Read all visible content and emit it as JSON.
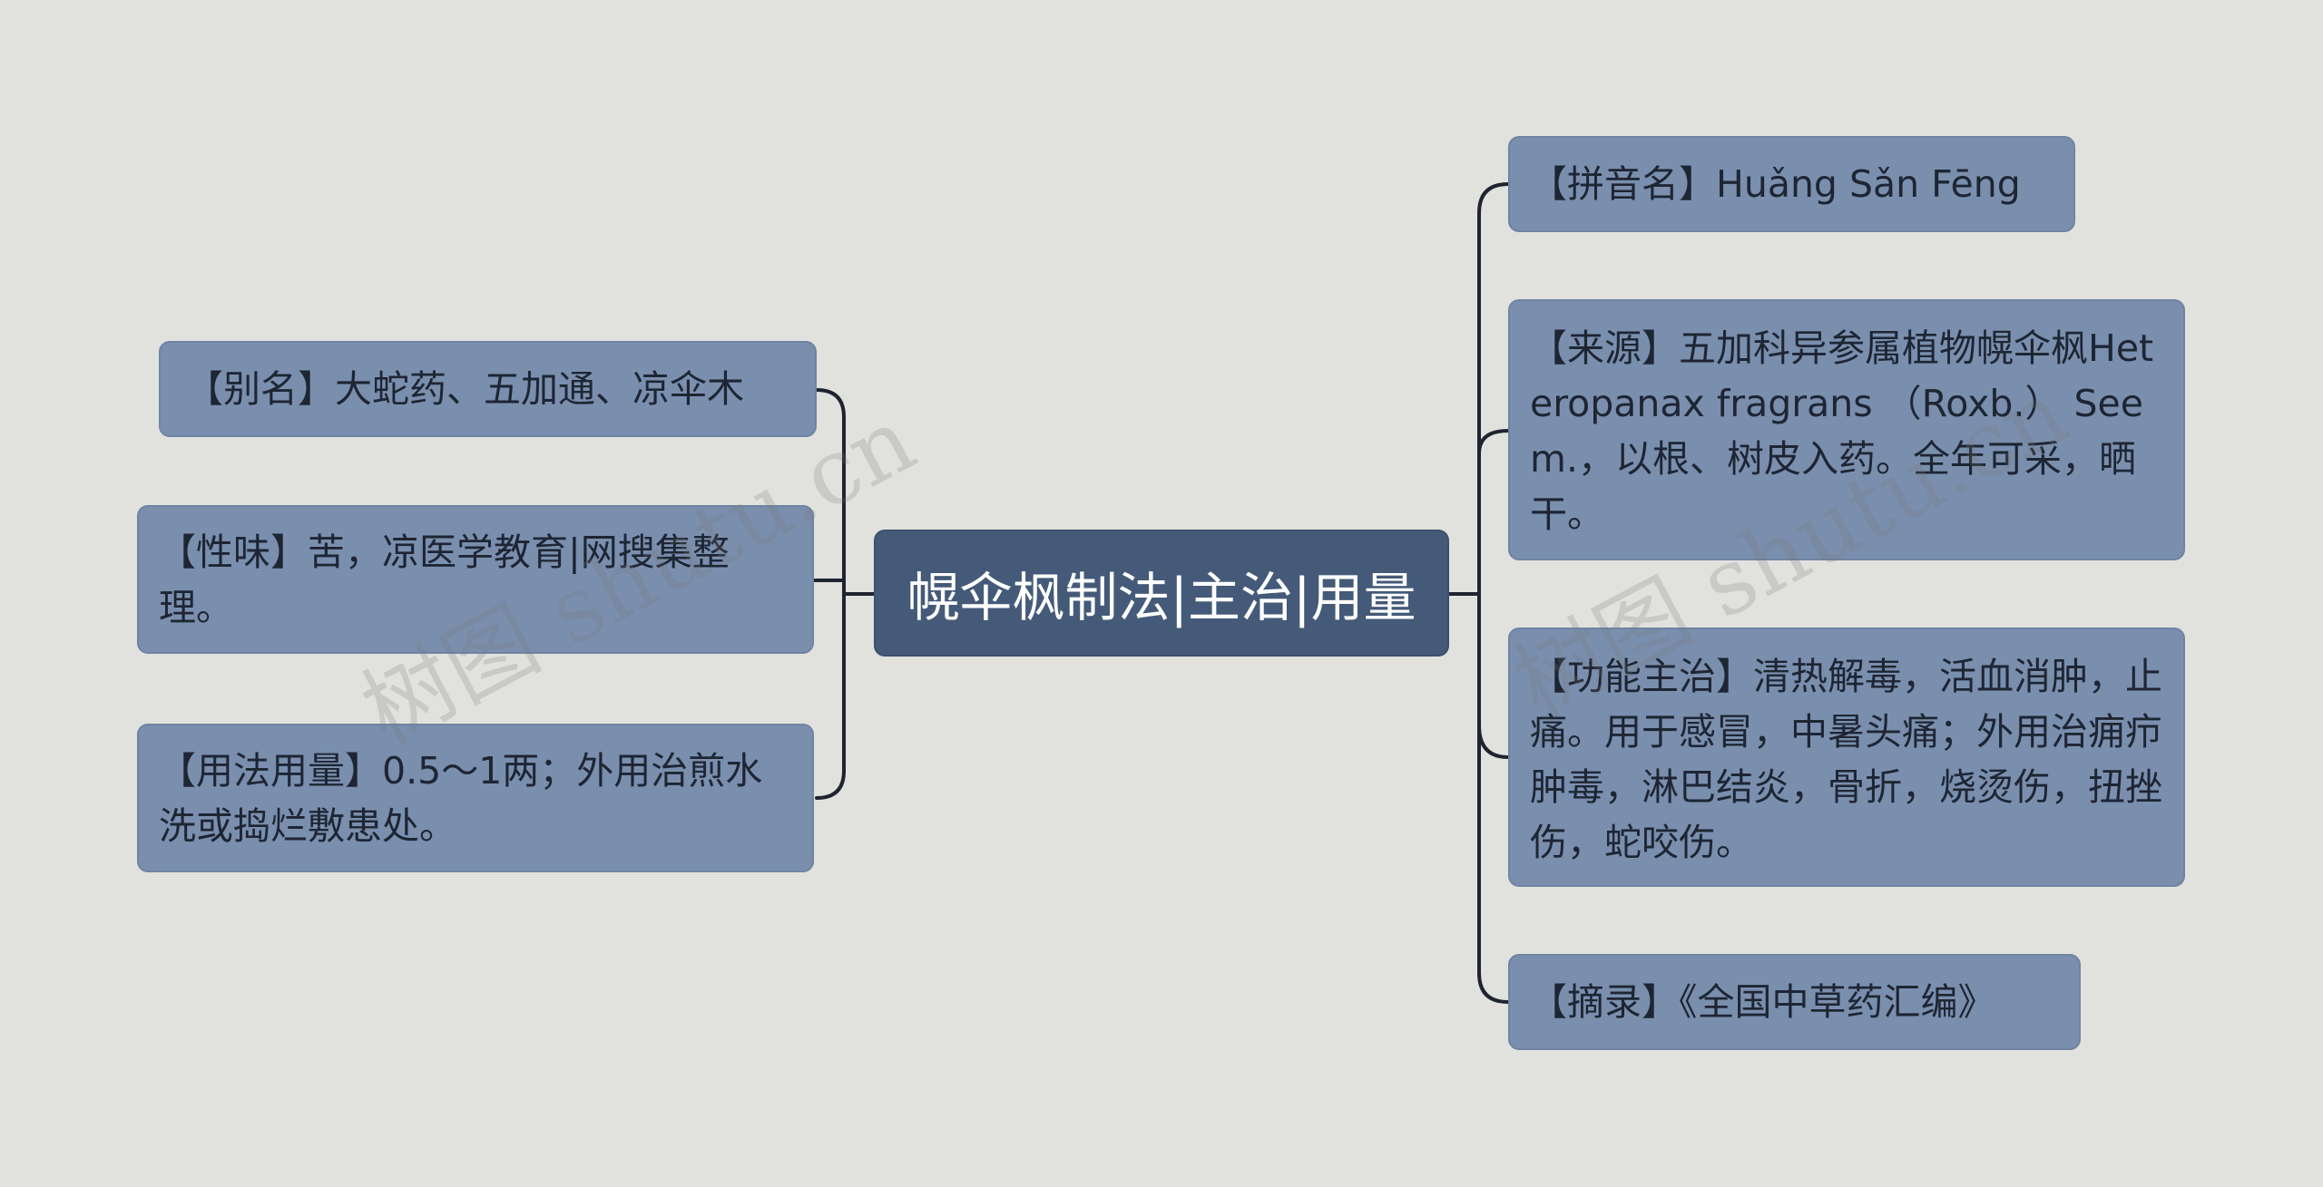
{
  "center": {
    "label": "幌伞枫制法|主治|用量"
  },
  "left_nodes": [
    {
      "text": "【别名】大蛇药、五加通、凉伞木"
    },
    {
      "text": "【性味】苦，凉医学教育|网搜集整理。"
    },
    {
      "text": "【用法用量】0.5～1两；外用治煎水洗或捣烂敷患处。"
    }
  ],
  "right_nodes": [
    {
      "text": "【拼音名】Huǎng Sǎn Fēng"
    },
    {
      "text": "【来源】五加科异参属植物幌伞枫Heteropanax fragrans （Roxb.） Seem.，以根、树皮入药。全年可采，晒干。"
    },
    {
      "text": "【功能主治】清热解毒，活血消肿，止痛。用于感冒，中暑头痛；外用治痈疖肿毒，淋巴结炎，骨折，烧烫伤，扭挫伤，蛇咬伤。"
    },
    {
      "text": "【摘录】《全国中草药汇编》"
    }
  ],
  "watermarks": [
    {
      "text": "树图 shutu.cn"
    },
    {
      "text": "树图 shutu.cn"
    }
  ],
  "colors": {
    "background": "#e1e2de",
    "center_fill": "#445a78",
    "node_fill": "#7a8fae",
    "connector": "#1f2430"
  }
}
